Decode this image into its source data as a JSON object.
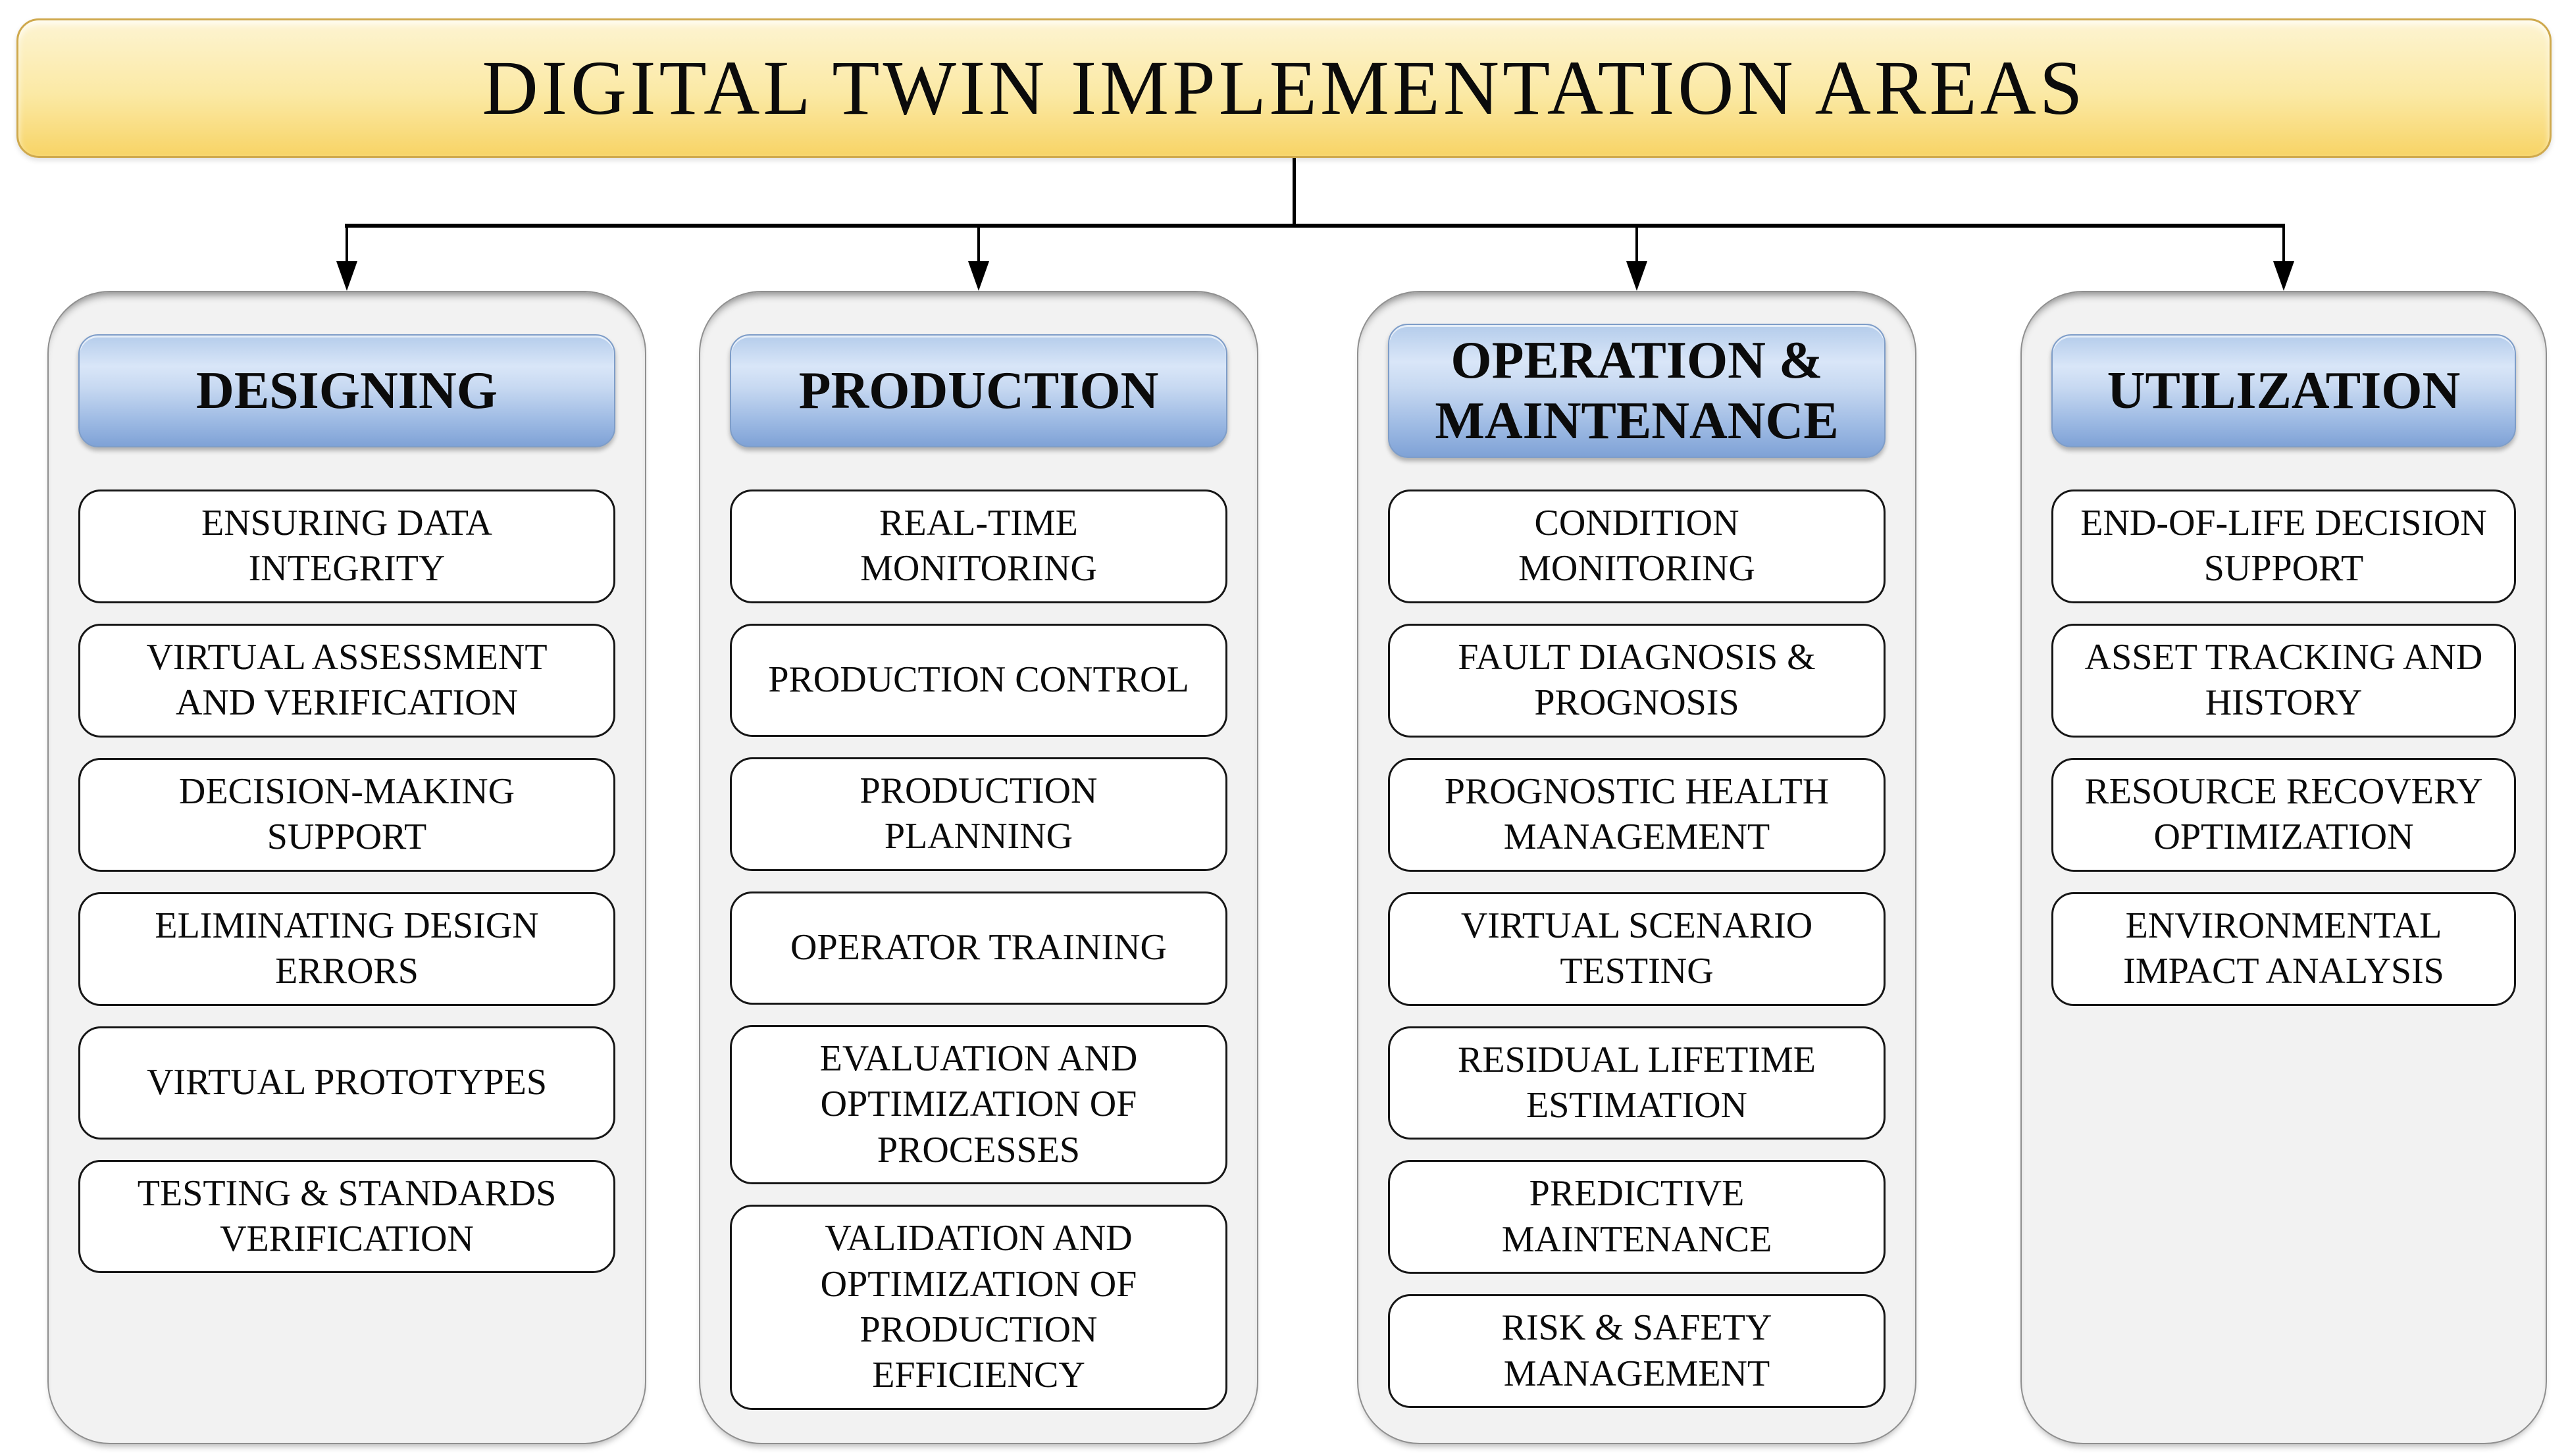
{
  "title": "DIGITAL TWIN IMPLEMENTATION AREAS",
  "colors": {
    "gold-top": "#fdf4d2",
    "gold-mid": "#fbe9a4",
    "gold-bottom": "#f7d466",
    "gold-border": "#cfa94d",
    "blue-light": "#d9e6f8",
    "blue-bottom": "#7fa2d6",
    "blue-border": "#7e9dc8",
    "panel-bg": "#f2f2f2",
    "panel-border": "#8f8f8f",
    "box-bg": "#ffffff",
    "box-border": "#161616",
    "text": "#0b0b0b",
    "connector": "#000000"
  },
  "columns": [
    {
      "header": "DESIGNING",
      "items": [
        "ENSURING DATA\nINTEGRITY",
        "VIRTUAL ASSESSMENT\nAND VERIFICATION",
        "DECISION-MAKING\nSUPPORT",
        "ELIMINATING DESIGN\nERRORS",
        "VIRTUAL PROTOTYPES",
        "TESTING & STANDARDS\nVERIFICATION"
      ]
    },
    {
      "header": "PRODUCTION",
      "items": [
        "REAL-TIME\nMONITORING",
        "PRODUCTION CONTROL",
        "PRODUCTION\nPLANNING",
        "OPERATOR TRAINING",
        "EVALUATION AND\nOPTIMIZATION OF\nPROCESSES",
        "VALIDATION AND\nOPTIMIZATION OF\nPRODUCTION\nEFFICIENCY"
      ]
    },
    {
      "header": "OPERATION &\nMAINTENANCE",
      "items": [
        "CONDITION\nMONITORING",
        "FAULT DIAGNOSIS &\nPROGNOSIS",
        "PROGNOSTIC HEALTH\nMANAGEMENT",
        "VIRTUAL SCENARIO\nTESTING",
        "RESIDUAL LIFETIME\nESTIMATION",
        "PREDICTIVE\nMAINTENANCE",
        "RISK & SAFETY\nMANAGEMENT"
      ]
    },
    {
      "header": "UTILIZATION",
      "items": [
        "END-OF-LIFE DECISION\nSUPPORT",
        "ASSET TRACKING AND\nHISTORY",
        "RESOURCE RECOVERY\nOPTIMIZATION",
        "ENVIRONMENTAL\nIMPACT ANALYSIS"
      ]
    }
  ]
}
